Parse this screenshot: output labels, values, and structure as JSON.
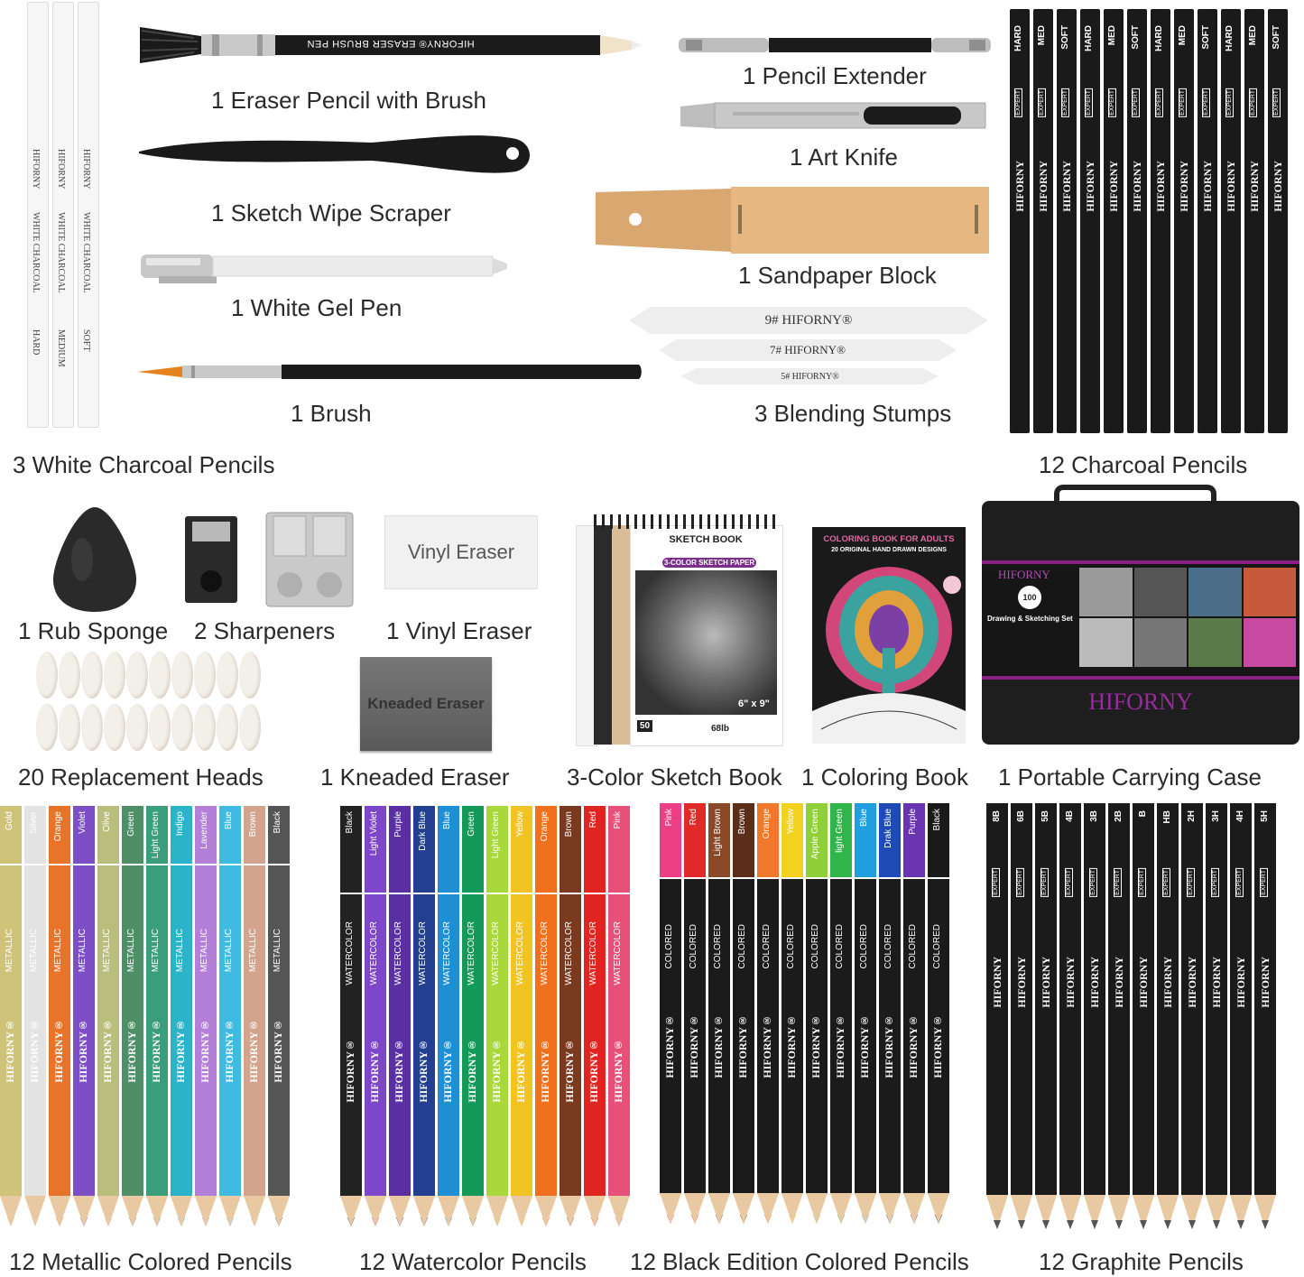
{
  "labels": {
    "eraser_pencil": "1 Eraser Pencil with Brush",
    "wipe_scraper": "1 Sketch Wipe Scraper",
    "gel_pen": "1 White Gel Pen",
    "brush": "1 Brush",
    "white_charcoal": "3 White Charcoal Pencils",
    "pencil_extender": "1 Pencil Extender",
    "art_knife": "1 Art Knife",
    "sandpaper": "1 Sandpaper Block",
    "blending_stumps": "3 Blending Stumps",
    "charcoal_pencils": "12 Charcoal Pencils",
    "rub_sponge": "1 Rub Sponge",
    "sharpeners": "2 Sharpeners",
    "vinyl_eraser": "1 Vinyl Eraser",
    "replacement_heads": "20 Replacement Heads",
    "kneaded_eraser": "1 Kneaded Eraser",
    "sketch_book": "3-Color Sketch Book",
    "coloring_book": "1 Coloring Book",
    "carrying_case": "1 Portable Carrying Case",
    "metallic": "12 Metallic Colored Pencils",
    "watercolor": "12 Watercolor Pencils",
    "black_edition": "12 Black Edition Colored Pencils",
    "graphite": "12 Graphite Pencils"
  },
  "product_text": {
    "eraser_pen_print": "HIFORNY® ERASER BRUSH PEN",
    "vinyl_eraser_print": "Vinyl Eraser",
    "kneaded_eraser_print": "Kneaded Eraser",
    "stump_9": "9# HIFORNY®",
    "stump_7": "7# HIFORNY®",
    "stump_5": "5# HIFORNY®",
    "sketch_book_title": "SKETCH BOOK",
    "sketch_book_band": "3-COLOR SKETCH PAPER",
    "sketch_book_size": "6\" x 9\"",
    "sketch_book_sheets": "50",
    "sketch_book_weight": "68lb",
    "coloring_title": "COLORING BOOK FOR ADULTS",
    "coloring_sub": "20 ORIGINAL HAND DRAWN DESIGNS",
    "case_brand_top": "HIFORNY",
    "case_badge": "100",
    "case_title": "Drawing & Sketching Set",
    "case_brand": "HIFORNY"
  },
  "white_charcoal": [
    {
      "brand": "HIFORNY",
      "name": "WHITE CHARCOAL",
      "grade": "HARD"
    },
    {
      "brand": "HIFORNY",
      "name": "WHITE CHARCOAL",
      "grade": "MEDIUM"
    },
    {
      "brand": "HIFORNY",
      "name": "WHITE CHARCOAL",
      "grade": "SOFT"
    }
  ],
  "charcoal_pencils": {
    "grades": [
      "HARD",
      "MED",
      "SOFT",
      "HARD",
      "MED",
      "SOFT",
      "HARD",
      "MED",
      "SOFT",
      "HARD",
      "MED",
      "SOFT"
    ],
    "line": "EXPERT",
    "brand": "HIFORNY"
  },
  "metallic_pencils": {
    "names": [
      "Gold",
      "Silver",
      "Orange",
      "Violet",
      "Olive",
      "Green",
      "Light Green",
      "Indigo",
      "Lavender",
      "Blue",
      "Brown",
      "Black"
    ],
    "colors": [
      "#cfc37a",
      "#e3e3e3",
      "#e8742a",
      "#7d4fc4",
      "#b9be7c",
      "#4f8f68",
      "#3a9d7c",
      "#2ab3c9",
      "#b47fd8",
      "#3fbbe2",
      "#d2a48d",
      "#555555"
    ],
    "type": "METALLIC",
    "brand": "HIFORNY®"
  },
  "watercolor_pencils": {
    "names": [
      "Black",
      "Light Violet",
      "Purple",
      "Dark Blue",
      "Blue",
      "Green",
      "Light Green",
      "Yellow",
      "Orange",
      "Brown",
      "Red",
      "Pink"
    ],
    "colors": [
      "#222222",
      "#7e46c9",
      "#5a2fa4",
      "#22408f",
      "#1f8fd4",
      "#139a58",
      "#a8d83c",
      "#f2c422",
      "#f0701f",
      "#7a3a1f",
      "#e0241f",
      "#e8507a"
    ],
    "type": "WATERCOLOR",
    "brand": "HIFORNY®"
  },
  "black_edition_pencils": {
    "names": [
      "Pink",
      "Red",
      "Light Brown",
      "Brown",
      "Orange",
      "Yellow",
      "Apple Green",
      "light Green",
      "Blue",
      "Drak Blue",
      "Purple",
      "Black"
    ],
    "colors": [
      "#ec3f86",
      "#e02a2a",
      "#8a4a2a",
      "#5a2e18",
      "#f0782a",
      "#f3d11f",
      "#8fcf37",
      "#2fb54a",
      "#1f9fe0",
      "#1f4bb8",
      "#6a33b0",
      "#1a1a1a"
    ],
    "type": "COLORED",
    "brand": "HIFORNY®"
  },
  "graphite_pencils": {
    "grades": [
      "8B",
      "6B",
      "5B",
      "4B",
      "3B",
      "2B",
      "B",
      "HB",
      "2H",
      "3H",
      "4H",
      "5H"
    ],
    "line": "EXPERT",
    "brand": "HIFORNY"
  }
}
